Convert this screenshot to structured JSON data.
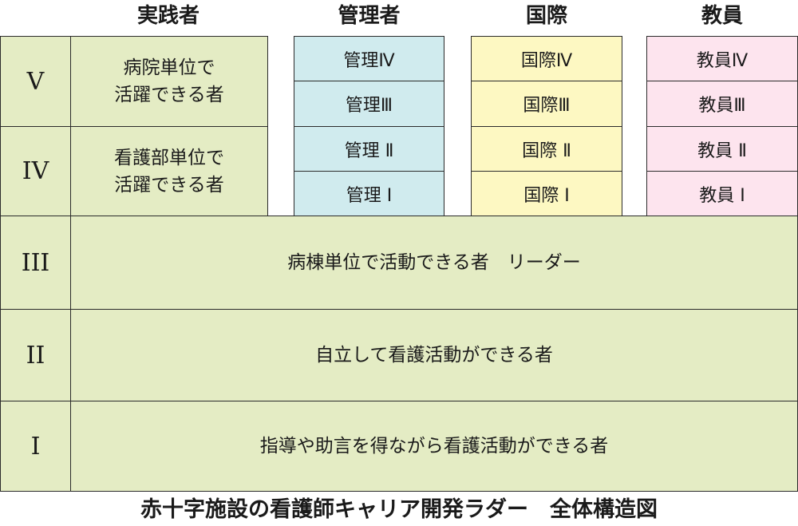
{
  "headers": {
    "practice": "実践者",
    "management": "管理者",
    "international": "国際",
    "education": "教員"
  },
  "levels": {
    "v": "V",
    "iv": "IV",
    "iii": "III",
    "ii": "II",
    "i": "I"
  },
  "practice_cells": {
    "v": [
      "病院単位で",
      "活躍できる者"
    ],
    "iv": [
      "看護部単位で",
      "活躍できる者"
    ]
  },
  "management_tracks": [
    "管理Ⅳ",
    "管理Ⅲ",
    "管理 Ⅱ",
    "管理 Ⅰ"
  ],
  "international_tracks": [
    "国際Ⅳ",
    "国際Ⅲ",
    "国際 Ⅱ",
    "国際 Ⅰ"
  ],
  "education_tracks": [
    "教員Ⅳ",
    "教員Ⅲ",
    "教員 Ⅱ",
    "教員 Ⅰ"
  ],
  "wide_rows": {
    "iii": "病棟単位で活動できる者　リーダー",
    "ii": "自立して看護活動ができる者",
    "i": "指導や助言を得ながら看護活動ができる者"
  },
  "footer_title": "赤十字施設の看護師キャリア開発ラダー　全体構造図",
  "colors": {
    "practice": "#e4ecc4",
    "management": "#d0ebee",
    "international": "#fdf8c2",
    "education": "#fde4ee"
  }
}
